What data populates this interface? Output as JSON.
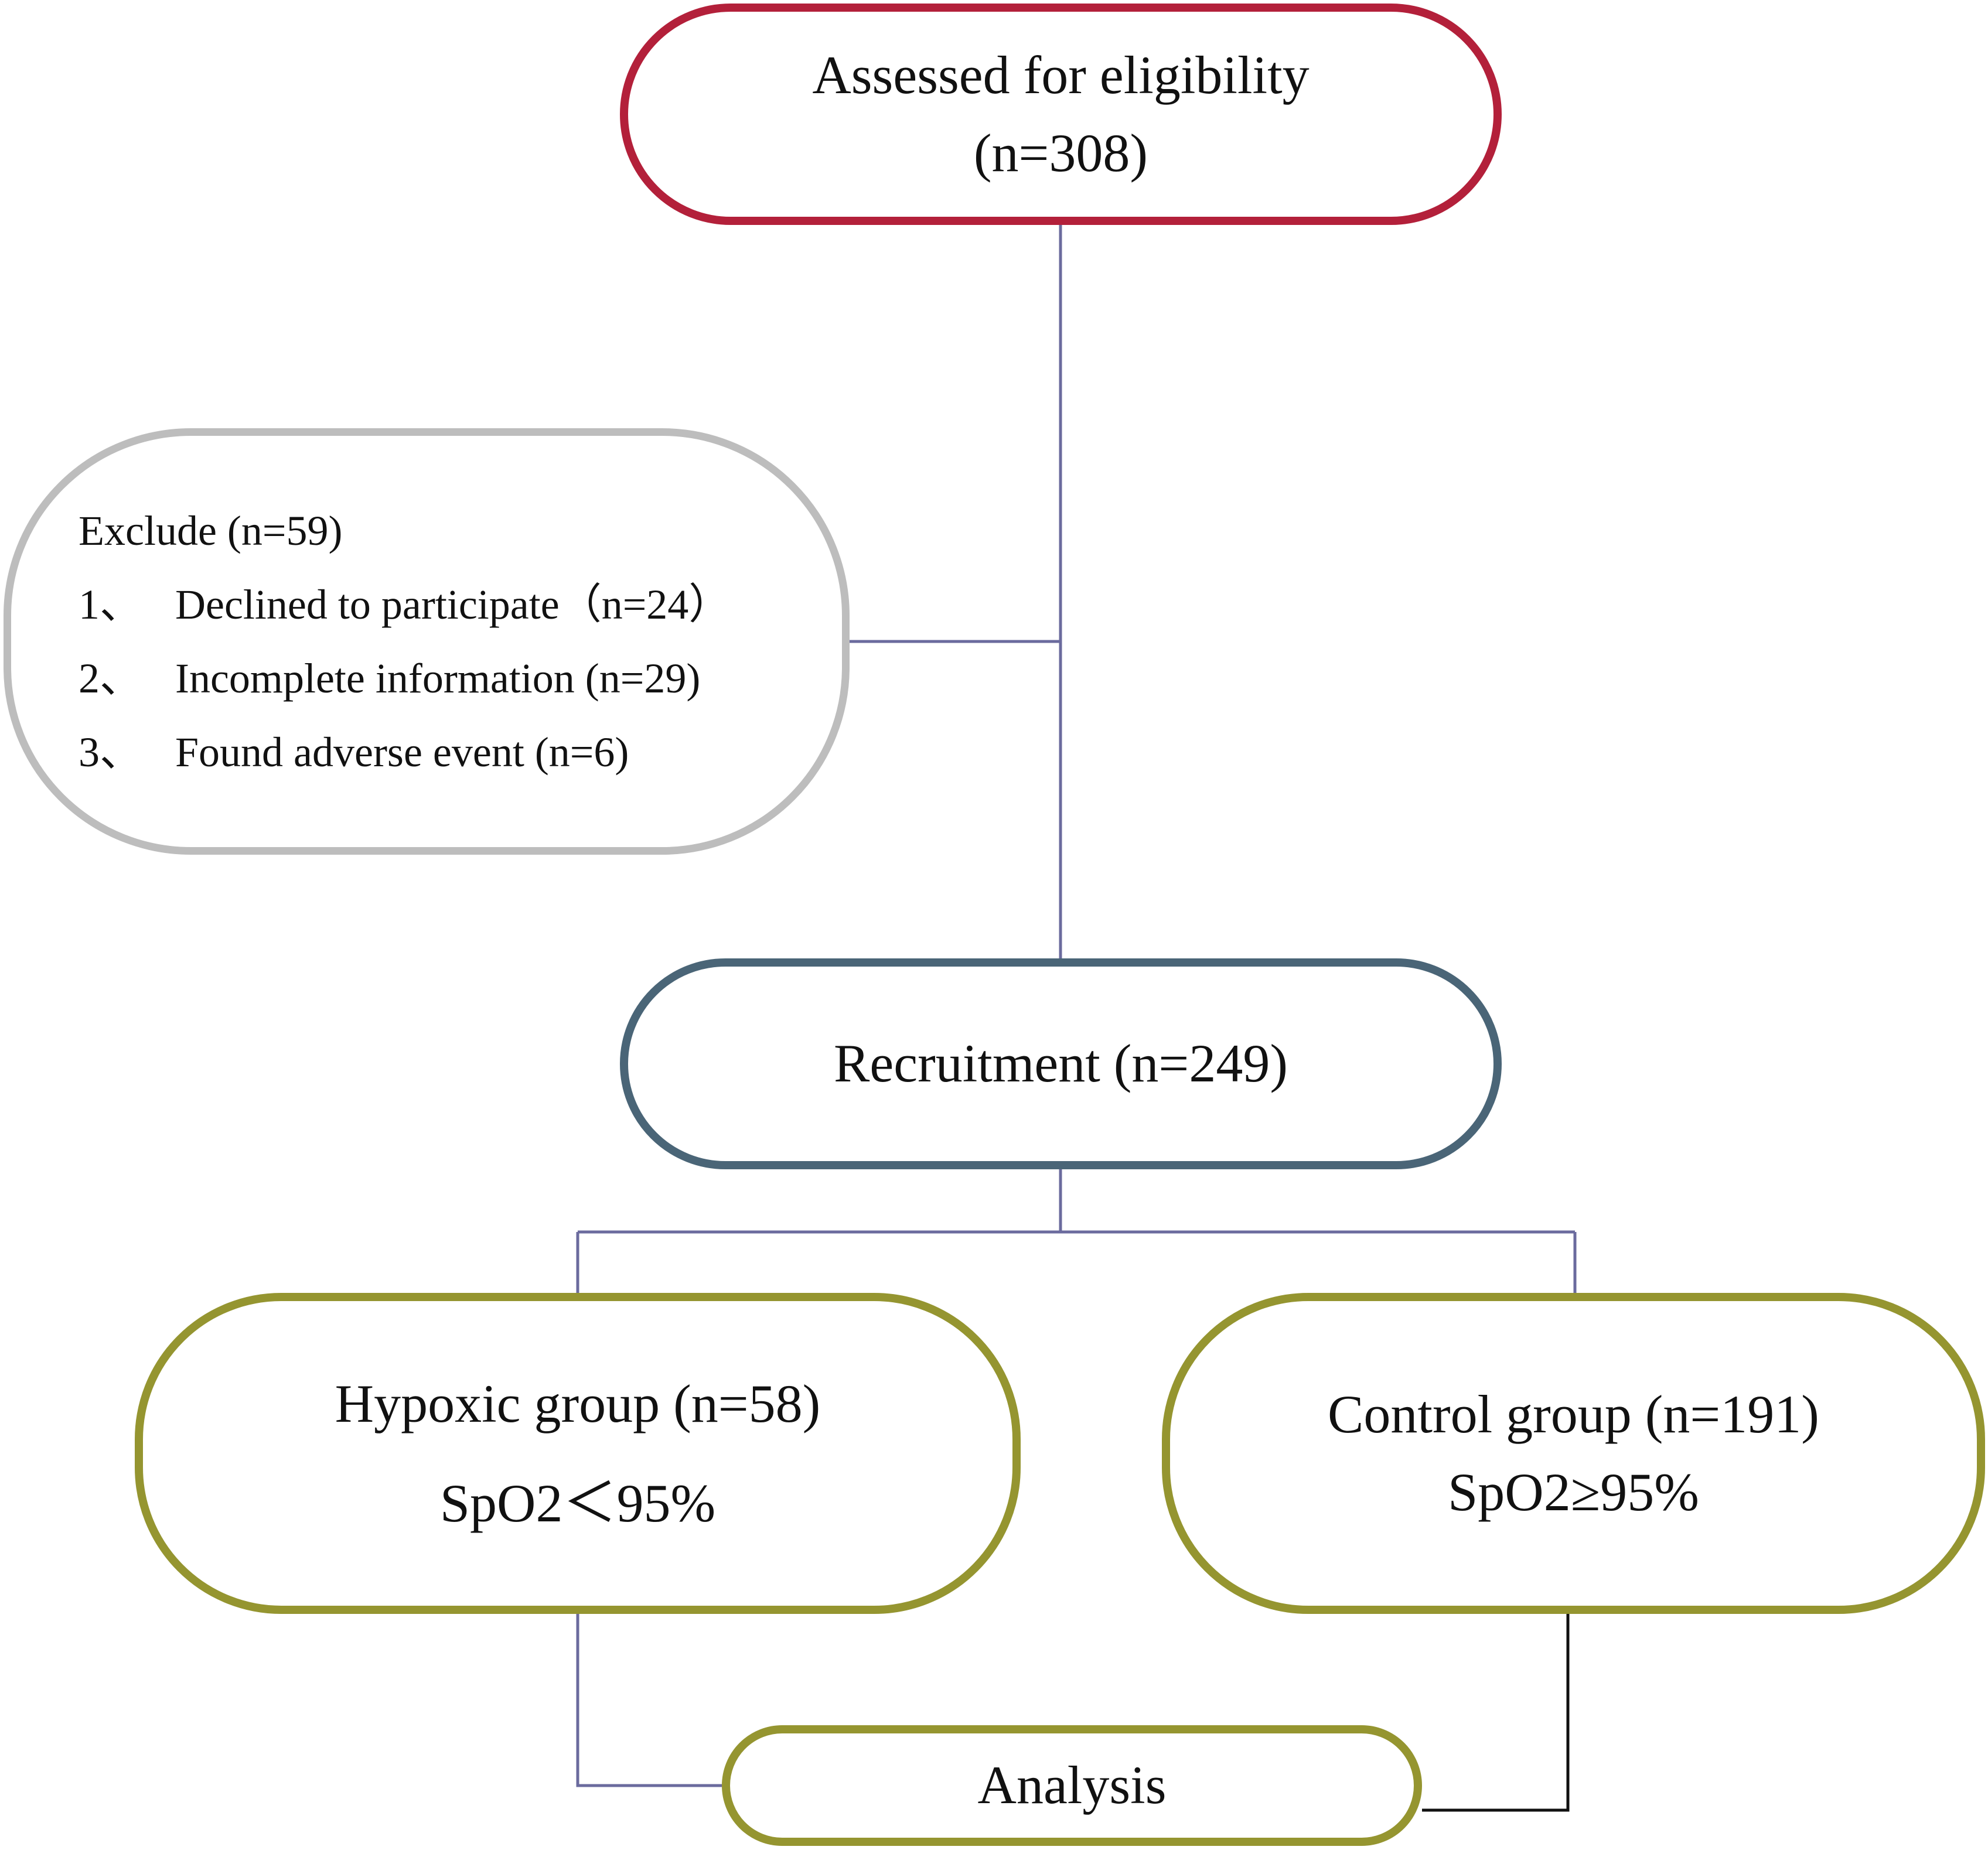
{
  "flowchart": {
    "assessed": {
      "line1": "Assessed for eligibility",
      "line2": "(n=308)"
    },
    "exclude": {
      "title": "Exclude (n=59)",
      "items": [
        {
          "num": "1、",
          "text": "Declined to participate（n=24）"
        },
        {
          "num": "2、",
          "text": "Incomplete information (n=29)"
        },
        {
          "num": "3、",
          "text": "Found adverse event (n=6)"
        }
      ]
    },
    "recruitment": {
      "label": "Recruitment (n=249)"
    },
    "hypoxic": {
      "line1": "Hypoxic group (n=58)",
      "line2": "SpO2＜95%"
    },
    "control": {
      "line1": "Control group (n=191)",
      "line2": "SpO2≥95%"
    },
    "analysis": {
      "label": "Analysis"
    }
  },
  "colors": {
    "assessed_border": "#b3203a",
    "exclude_border": "#bdbdbd",
    "recruitment_border": "#4a6577",
    "group_border": "#959530",
    "connector": "#6b6b9e",
    "connector_dark": "#111111"
  }
}
